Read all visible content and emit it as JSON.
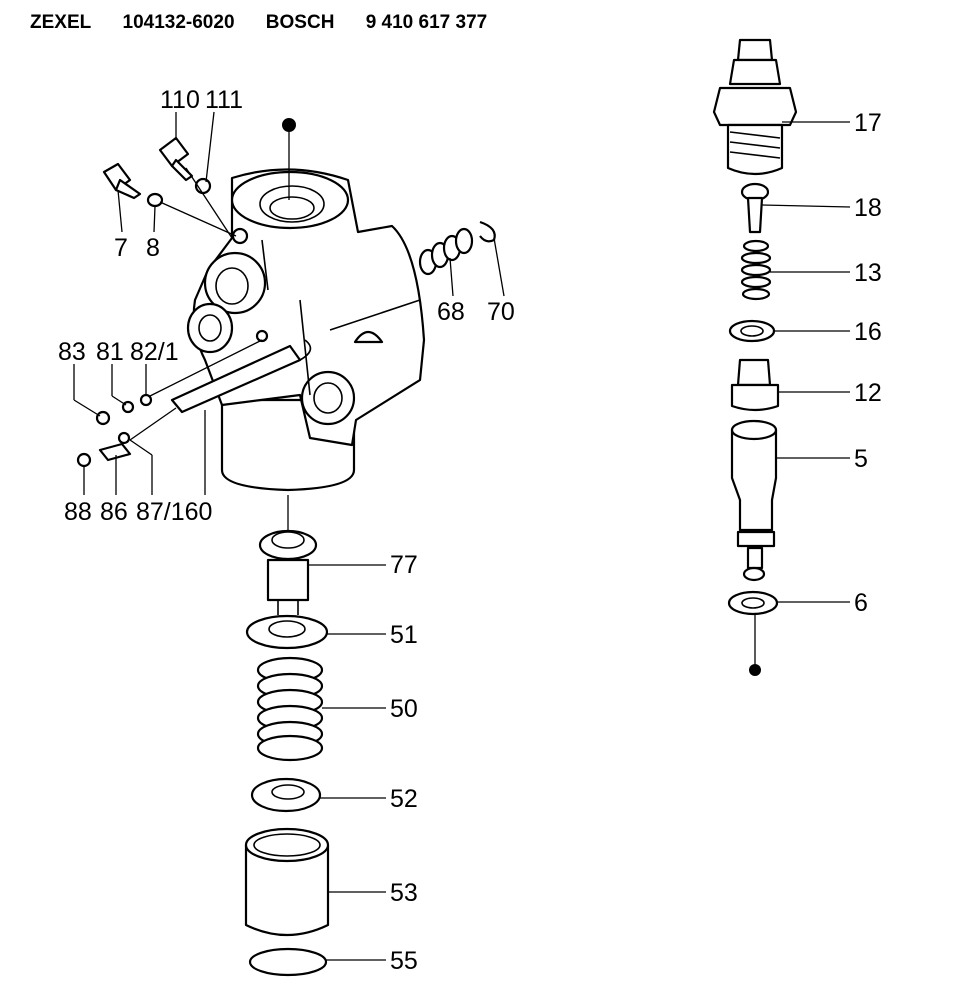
{
  "header": {
    "brand1": "ZEXEL",
    "part1": "104132-6020",
    "brand2": "BOSCH",
    "part2": "9 410 617 377"
  },
  "labels": {
    "l110": "110",
    "l111": "111",
    "l7": "7",
    "l8": "8",
    "l68": "68",
    "l70": "70",
    "l83": "83",
    "l81": "81",
    "l82_1": "82/1",
    "l88": "88",
    "l86": "86",
    "l87_160": "87/160",
    "l77": "77",
    "l51": "51",
    "l50": "50",
    "l52": "52",
    "l53": "53",
    "l55": "55",
    "l17": "17",
    "l18": "18",
    "l13": "13",
    "l16": "16",
    "l12": "12",
    "l5": "5",
    "l6": "6"
  }
}
